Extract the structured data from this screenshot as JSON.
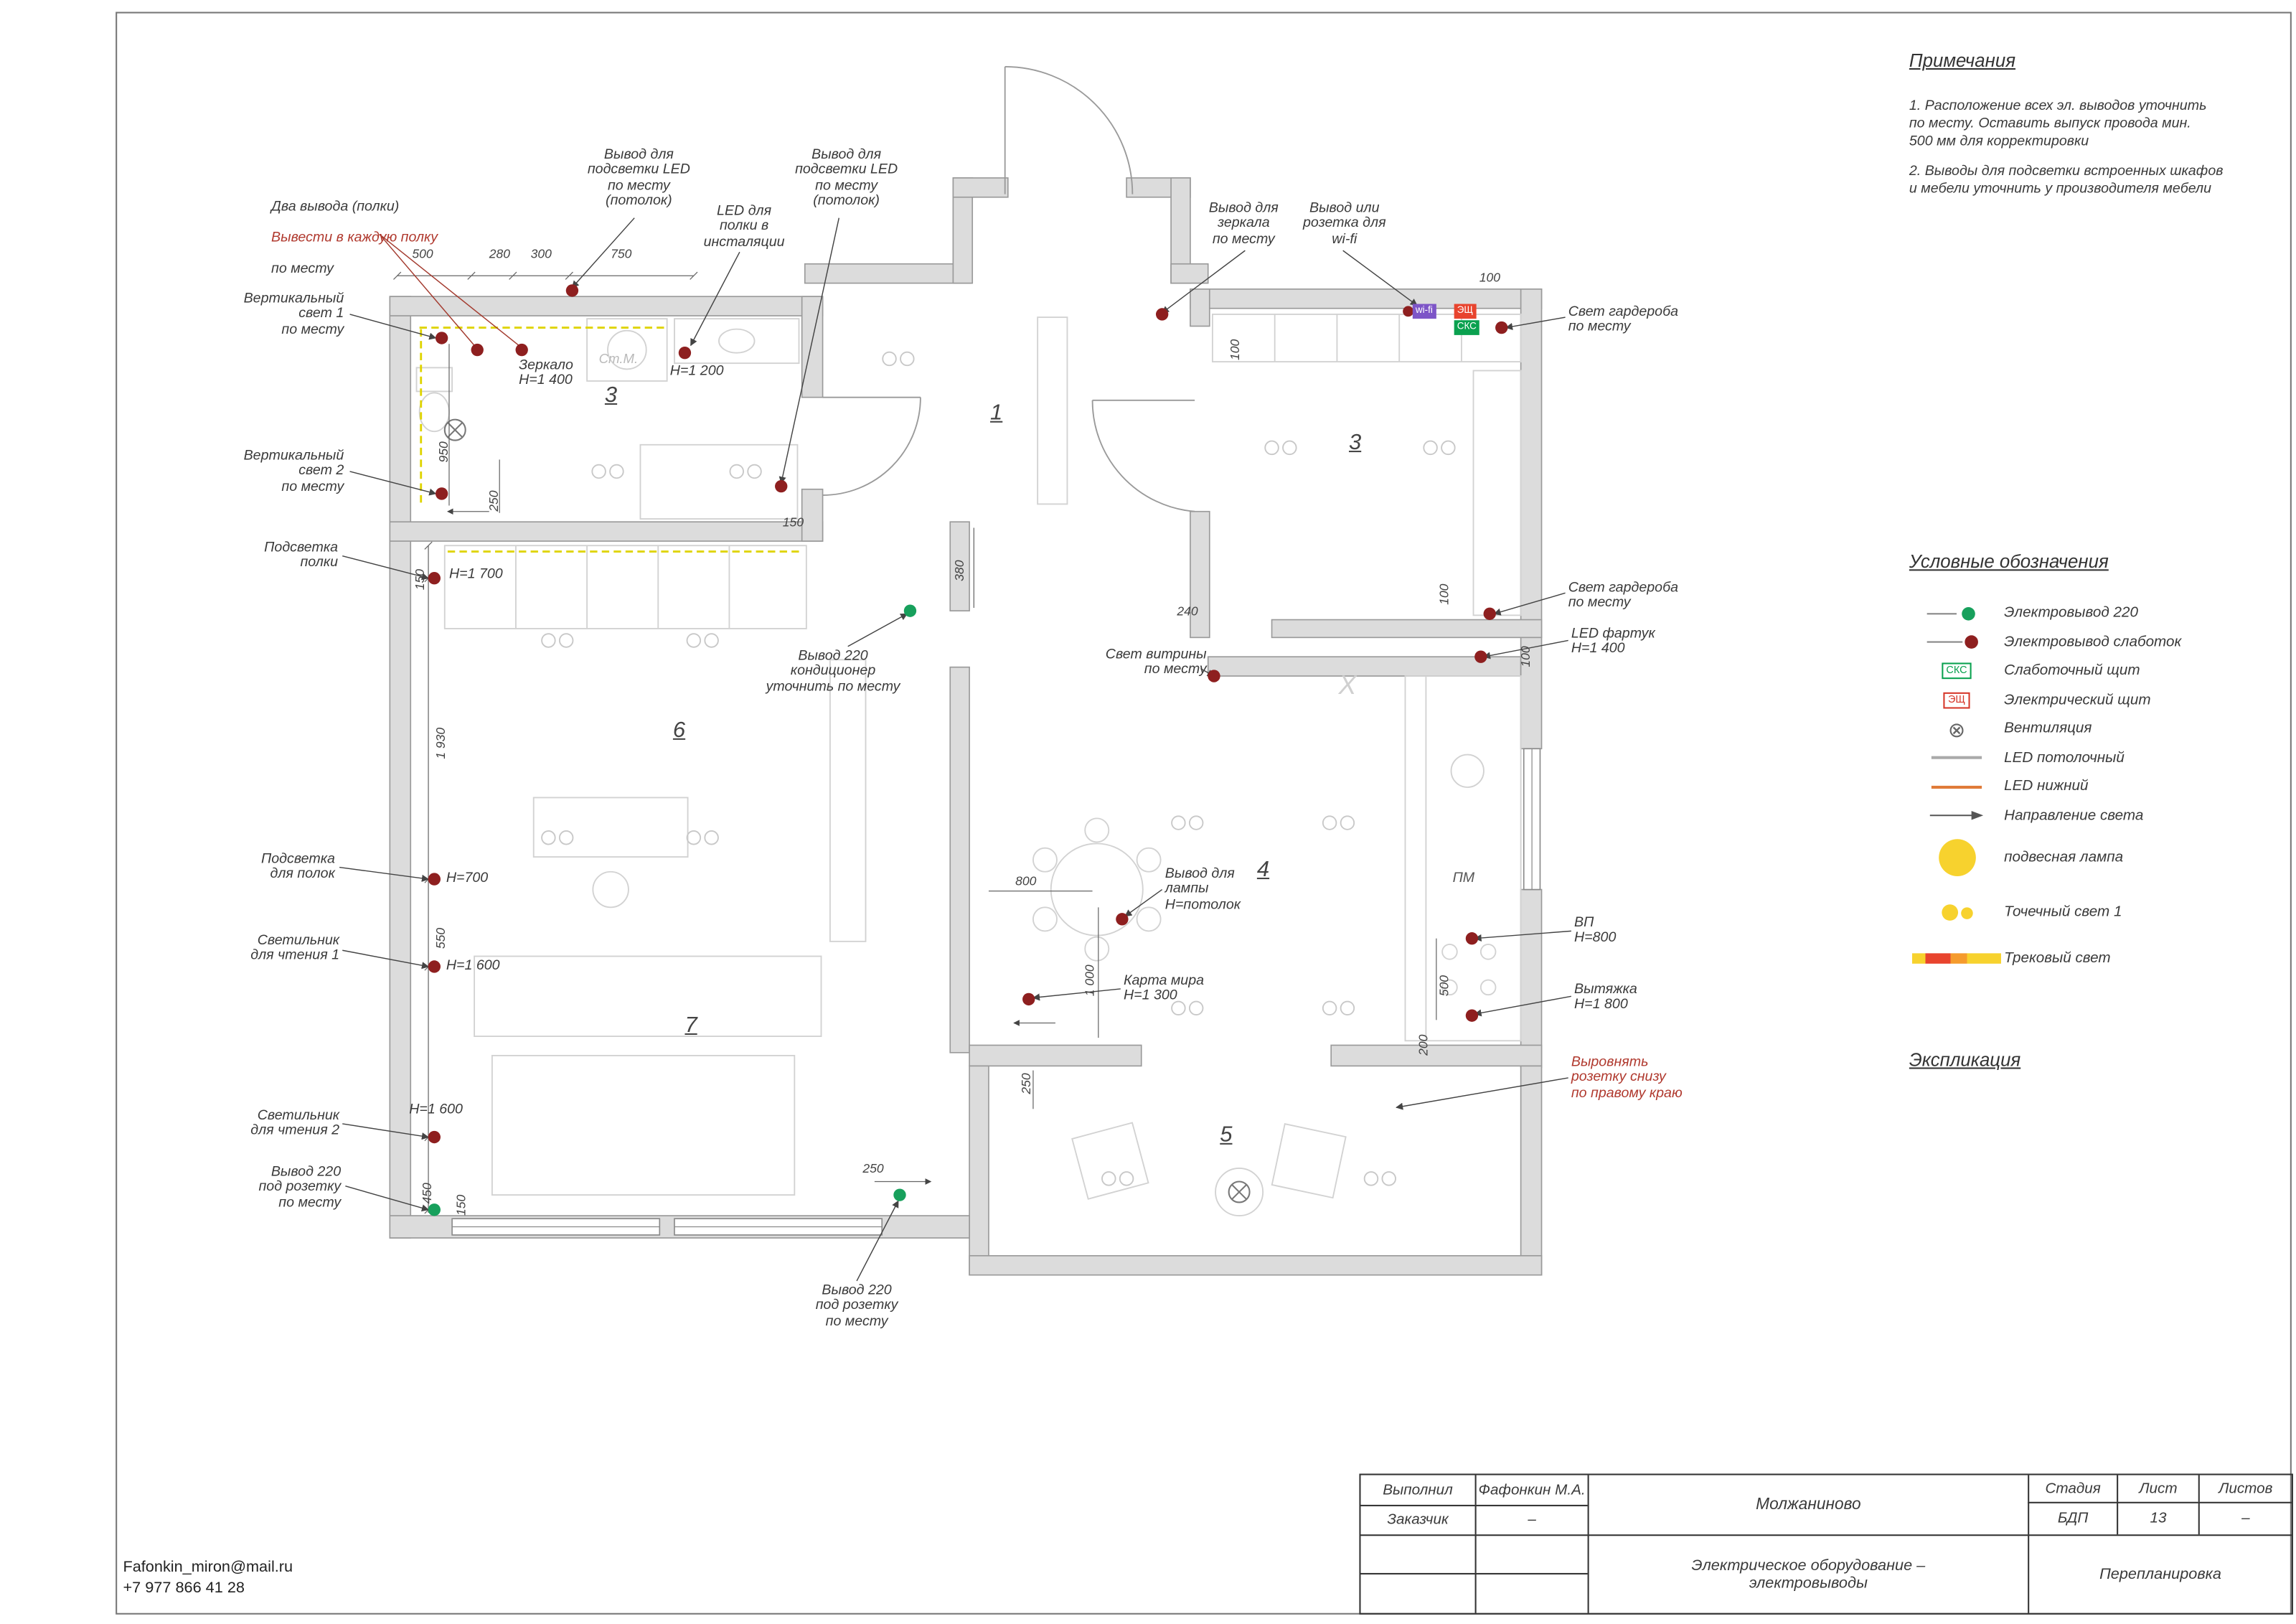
{
  "page": {
    "contact_email": "Fafonkin_miron@mail.ru",
    "contact_phone": "+7 977 866 41 28"
  },
  "notes": {
    "title": "Примечания",
    "note1": "1. Расположение всех эл. выводов уточнить\nпо месту. Оставить выпуск провода мин.\n500 мм для корректировки",
    "note2": "2. Выводы для подсветки встроенных шкафов\nи мебели уточнить у производителя мебели"
  },
  "legend": {
    "title": "Условные обозначения",
    "i1": "Электровывод 220",
    "i2": "Электровывод слаботок",
    "i3": "Слаботочный щит",
    "i4": "Электрический щит",
    "i5": "Вентиляция",
    "i6": "LED потолочный",
    "i7": "LED нижний",
    "i8": "Направление света",
    "i9": "подвесная лампа",
    "i10": "Точечный свет 1",
    "i11": "Трековый свет",
    "sks": "СКС",
    "esh": "ЭЩ"
  },
  "explication": {
    "title": "Экспликация"
  },
  "rooms": {
    "r1": "1",
    "r3a": "3",
    "r3b": "3",
    "r4": "4",
    "r5": "5",
    "r6": "6",
    "r7": "7"
  },
  "plan_labels": {
    "stm": "Ст.М.",
    "pm": "ПМ",
    "x": "X",
    "wifi": "wi-fi",
    "esh": "ЭЩ",
    "sks": "СКС"
  },
  "annotations": {
    "shelves_1": "Два вывода (полки)",
    "shelves_2": "Вывести в каждую полку",
    "shelves_3": "по месту",
    "led1": "Вывод для\nподсветки LED\nпо месту\n(потолок)",
    "led2": "Вывод для\nподсветки LED\nпо месту\n(потолок)",
    "led_inst": "LED для\nполки в\nинсталяции",
    "vert1": "Вертикальный\nсвет 1\nпо месту",
    "mirror": "Зеркало\nН=1 400",
    "h1200": "Н=1 200",
    "vert2": "Вертикальный\nсвет 2\nпо месту",
    "shelf_light": "Подсветка\nполки",
    "h1700": "Н=1 700",
    "ac": "Вывод 220\nкондиционер\nуточнить по месту",
    "shelves_light": "Подсветка\nдля полок",
    "h700": "Н=700",
    "read1": "Светильник\nдля чтения 1",
    "h1600a": "Н=1 600",
    "read2": "Светильник\nдля чтения 2",
    "h1600b": "H=1 600",
    "socket220a": "Вывод 220\nпод розетку\nпо месту",
    "socket220b": "Вывод 220\nпод розетку\nпо месту",
    "mirror2": "Вывод для\nзеркала\nпо месту",
    "wifi_out": "Вывод или\nрозетка для\nwi-fi",
    "ward1": "Свет гардероба\nпо месту",
    "ward2": "Свет гардероба\nпо месту",
    "apron": "LED фартук\nН=1 400",
    "vitrina": "Свет витрины\nпо месту",
    "lamp": "Вывод для\nлампы\nН=потолок",
    "map": "Карта мира\nН=1 300",
    "vp": "ВП\nН=800",
    "hood": "Вытяжка\nН=1 800",
    "align": "Выровнять\nрозетку снизу\nпо правому краю"
  },
  "dims": {
    "d1": "500",
    "d2": "280",
    "d3": "300",
    "d4": "750",
    "d5": "950",
    "d6": "250",
    "d7": "150",
    "d8": "150",
    "d9": "1 930",
    "d10": "550",
    "d11": "450",
    "d12": "150",
    "d13": "380",
    "d14": "240",
    "d15": "100",
    "d16": "100",
    "d17": "100",
    "d18": "100",
    "d19": "800",
    "d20": "1 000",
    "d21": "250",
    "d22": "250",
    "d23": "500",
    "d24": "200"
  },
  "titleblock": {
    "performed_label": "Выполнил",
    "performed_value": "Фафонкин М.А.",
    "customer_label": "Заказчик",
    "customer_value": "–",
    "project": "Молжаниново",
    "sheet_title": "Электрическое оборудование –\nэлектровыводы",
    "stage_label": "Стадия",
    "list_label": "Лист",
    "lists_label": "Листов",
    "stage_value": "БДП",
    "list_value": "13",
    "lists_value": "–",
    "doc": "Перепланировка"
  }
}
